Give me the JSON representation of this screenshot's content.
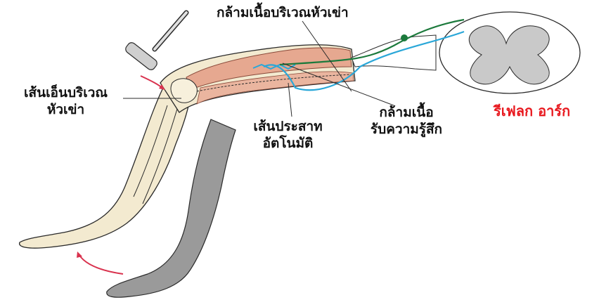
{
  "labels": {
    "knee_muscle": "กล้ามเนื้อบริเวณหัวเข่า",
    "knee_tendon_line1": "เส้นเอ็นบริเวณ",
    "knee_tendon_line2": "หัวเข่า",
    "motor_nerve_line1": "เส้นประสาท",
    "motor_nerve_line2": "อัตโนมัติ",
    "muscle_receptor_line1": "กล้ามเนื้อ",
    "muscle_receptor_line2": "รับความรู้สึก",
    "reflex_arc": "รีเฟลก อาร์ก"
  },
  "colors": {
    "reflex_label": "#e8171d",
    "motion_arrow": "#d9324e",
    "sensory_nerve": "#2aa7d8",
    "motor_nerve": "#1c7a3c",
    "muscle": "#e6a890",
    "leg_skin": "#f3ead0",
    "other_leg": "#9a9a9a",
    "spinal_gray": "#c9c9c9"
  },
  "icons": {
    "hammer": "reflex-hammer-icon",
    "spinal_cord": "spinal-cord-cross-section-icon"
  }
}
